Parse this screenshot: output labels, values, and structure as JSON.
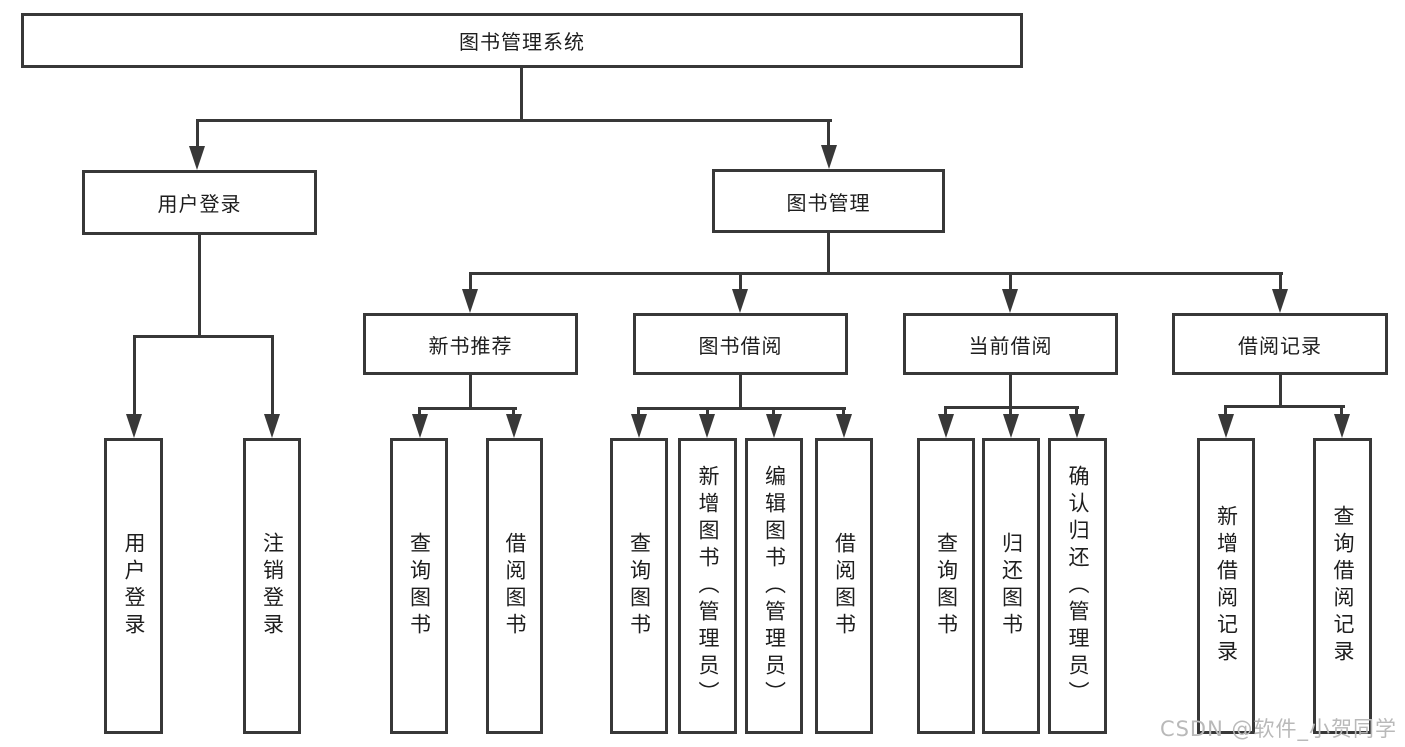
{
  "tree": {
    "root": "图书管理系统",
    "children": [
      {
        "label": "用户登录",
        "children": [
          {
            "label": "用户登录"
          },
          {
            "label": "注销登录"
          }
        ]
      },
      {
        "label": "图书管理",
        "children": [
          {
            "label": "新书推荐",
            "children": [
              {
                "label": "查询图书"
              },
              {
                "label": "借阅图书"
              }
            ]
          },
          {
            "label": "图书借阅",
            "children": [
              {
                "label": "查询图书"
              },
              {
                "label": "新增图书（管理员）"
              },
              {
                "label": "编辑图书（管理员）"
              },
              {
                "label": "借阅图书"
              }
            ]
          },
          {
            "label": "当前借阅",
            "children": [
              {
                "label": "查询图书"
              },
              {
                "label": "归还图书"
              },
              {
                "label": "确认归还（管理员）"
              }
            ]
          },
          {
            "label": "借阅记录",
            "children": [
              {
                "label": "新增借阅记录"
              },
              {
                "label": "查询借阅记录"
              }
            ]
          }
        ]
      }
    ]
  },
  "watermark": "CSDN @软件_小贺同学",
  "colors": {
    "line": "#383838",
    "text": "#1e1e1e",
    "watermark": "#b9b9b9",
    "background": "#ffffff"
  }
}
